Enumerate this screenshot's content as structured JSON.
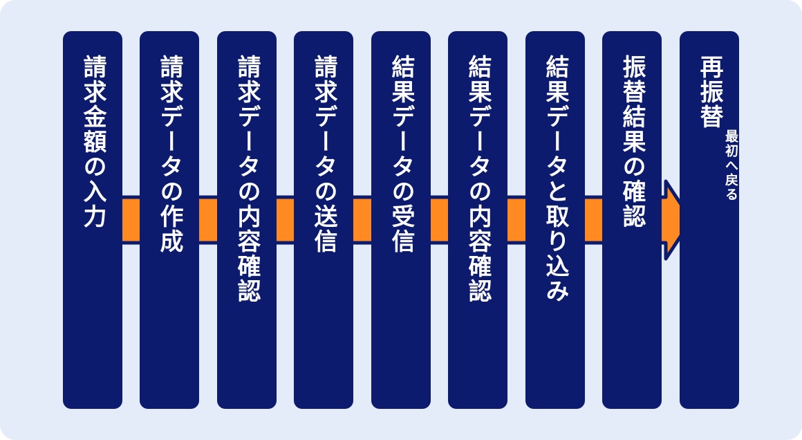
{
  "diagram": {
    "steps": [
      {
        "label": "請求金額の入力"
      },
      {
        "label": "請求データの作成"
      },
      {
        "label": "請求データの内容確認"
      },
      {
        "label": "請求データの送信"
      },
      {
        "label": "結果データの受信"
      },
      {
        "label": "結果データの内容確認"
      },
      {
        "label": "結果データと取り込み"
      },
      {
        "label": "振替結果の確認"
      }
    ],
    "final_step": {
      "label": "再振替",
      "note": "最初へ戻る"
    },
    "colors": {
      "background": "#e3ecf8",
      "step_fill": "#0d1b6e",
      "arrow_fill": "#ff8a22",
      "text": "#ffffff"
    }
  }
}
